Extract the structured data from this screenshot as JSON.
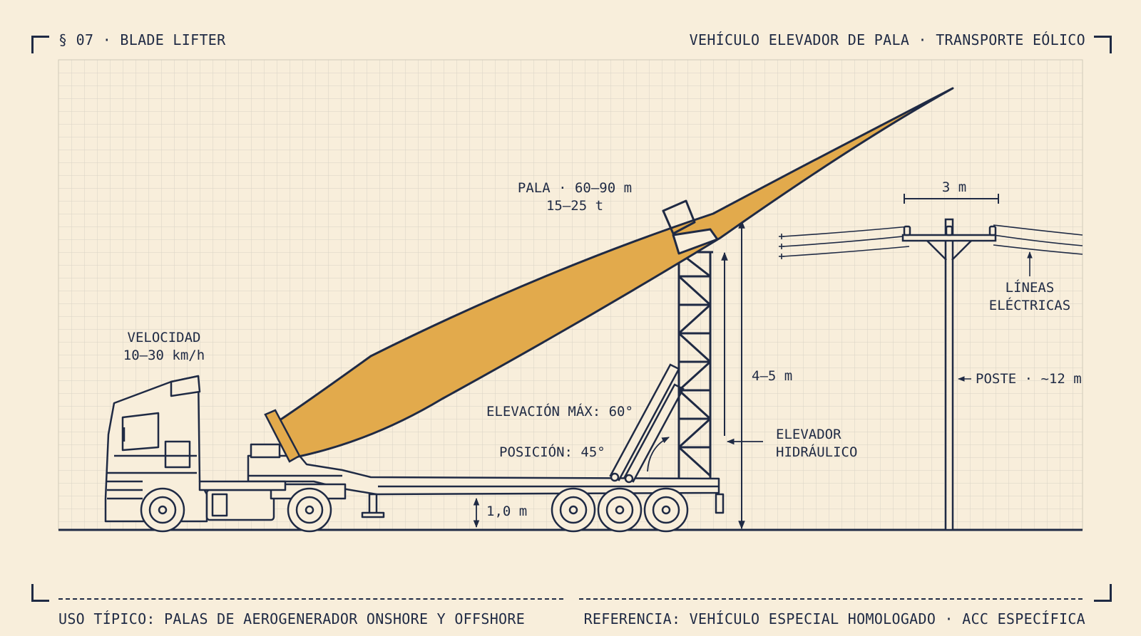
{
  "header": {
    "section": "§ 07 · BLADE LIFTER",
    "title": "VEHÍCULO ELEVADOR DE PALA · TRANSPORTE EÓLICO"
  },
  "labels": {
    "blade_line1": "PALA · 60–90 m",
    "blade_line2": "15–25 t",
    "speed_line1": "VELOCIDAD",
    "speed_line2": "10–30 km/h",
    "elev_max": "ELEVACIÓN MÁX: 60°",
    "position": "POSICIÓN: 45°",
    "lifter_line1": "ELEVADOR",
    "lifter_line2": "HIDRÁULICO",
    "height_tower": "4–5 m",
    "height_deck": "1,0 m",
    "crossarm": "3 m",
    "lines_line1": "LÍNEAS",
    "lines_line2": "ELÉCTRICAS",
    "pole": "POSTE · ~12 m"
  },
  "footer": {
    "left": "USO TÍPICO: PALAS DE AEROGENERADOR ONSHORE Y OFFSHORE",
    "right": "REFERENCIA: VEHÍCULO ESPECIAL HOMOLOGADO · ACC ESPECÍFICA"
  },
  "colors": {
    "background": "#f8eedb",
    "ink": "#1f2a44",
    "blade": "#e2aa4c",
    "grid": "#d8d3c6"
  }
}
